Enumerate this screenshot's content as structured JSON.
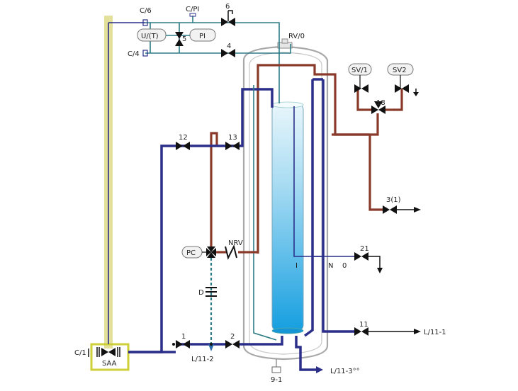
{
  "labels": {
    "c6": "C/6",
    "cpi": "C/PI",
    "v6": "6",
    "ut": "U/(T)",
    "v5": "5",
    "pi": "PI",
    "c4": "C/4",
    "v4": "4",
    "rv0": "RV/0",
    "sv1": "SV/1",
    "sv2": "SV2",
    "v18": "18",
    "v12": "12",
    "v13": "13",
    "v3": "3(1)",
    "pc": "PC",
    "nrv": "NRV",
    "v21": "21",
    "i": "I",
    "n": "N",
    "o": "0",
    "d": "D",
    "v11": "11",
    "l111": "L/11-1",
    "c1": "C/1",
    "saa": "SAA",
    "v1": "1",
    "v2": "2",
    "l112": "L/11-2",
    "l113": "L/11-3°°",
    "n91": "9-1"
  },
  "colors": {
    "supply_line": "#2b2f8a",
    "return_line": "#8a3a2a",
    "vent_line": "#2c7c86",
    "saa_highlight": "#e2e09a",
    "vessel_shell": "#a8a8a8",
    "inner_vessel_top": "#d7eef8",
    "inner_vessel_bottom": "#1aa6e3"
  }
}
